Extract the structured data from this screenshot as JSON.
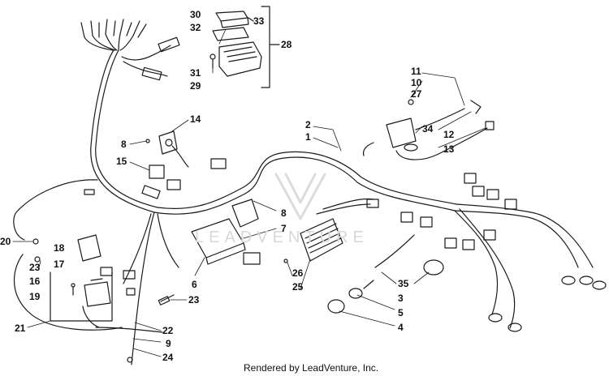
{
  "diagram": {
    "part_callouts": [
      {
        "id": "c30",
        "text": "30"
      },
      {
        "id": "c32",
        "text": "32"
      },
      {
        "id": "c33",
        "text": "33"
      },
      {
        "id": "c28",
        "text": "28"
      },
      {
        "id": "c31",
        "text": "31"
      },
      {
        "id": "c29",
        "text": "29"
      },
      {
        "id": "c11",
        "text": "11"
      },
      {
        "id": "c10",
        "text": "10"
      },
      {
        "id": "c27",
        "text": "27"
      },
      {
        "id": "c34",
        "text": "34"
      },
      {
        "id": "c12",
        "text": "12"
      },
      {
        "id": "c13",
        "text": "13"
      },
      {
        "id": "c14",
        "text": "14"
      },
      {
        "id": "c8a",
        "text": "8"
      },
      {
        "id": "c2",
        "text": "2"
      },
      {
        "id": "c1",
        "text": "1"
      },
      {
        "id": "c15",
        "text": "15"
      },
      {
        "id": "c8b",
        "text": "8"
      },
      {
        "id": "c7",
        "text": "7"
      },
      {
        "id": "c20",
        "text": "20"
      },
      {
        "id": "c18",
        "text": "18"
      },
      {
        "id": "c23a",
        "text": "23"
      },
      {
        "id": "c17",
        "text": "17"
      },
      {
        "id": "c16",
        "text": "16"
      },
      {
        "id": "c19",
        "text": "19"
      },
      {
        "id": "c6",
        "text": "6"
      },
      {
        "id": "c23b",
        "text": "23"
      },
      {
        "id": "c26",
        "text": "26"
      },
      {
        "id": "c25",
        "text": "25"
      },
      {
        "id": "c35",
        "text": "35"
      },
      {
        "id": "c3",
        "text": "3"
      },
      {
        "id": "c5",
        "text": "5"
      },
      {
        "id": "c4",
        "text": "4"
      },
      {
        "id": "c21",
        "text": "21"
      },
      {
        "id": "c22",
        "text": "22"
      },
      {
        "id": "c9",
        "text": "9"
      },
      {
        "id": "c24",
        "text": "24"
      }
    ],
    "watermark": "LEADVENTURE",
    "credit": "Rendered by LeadVenture, Inc."
  }
}
